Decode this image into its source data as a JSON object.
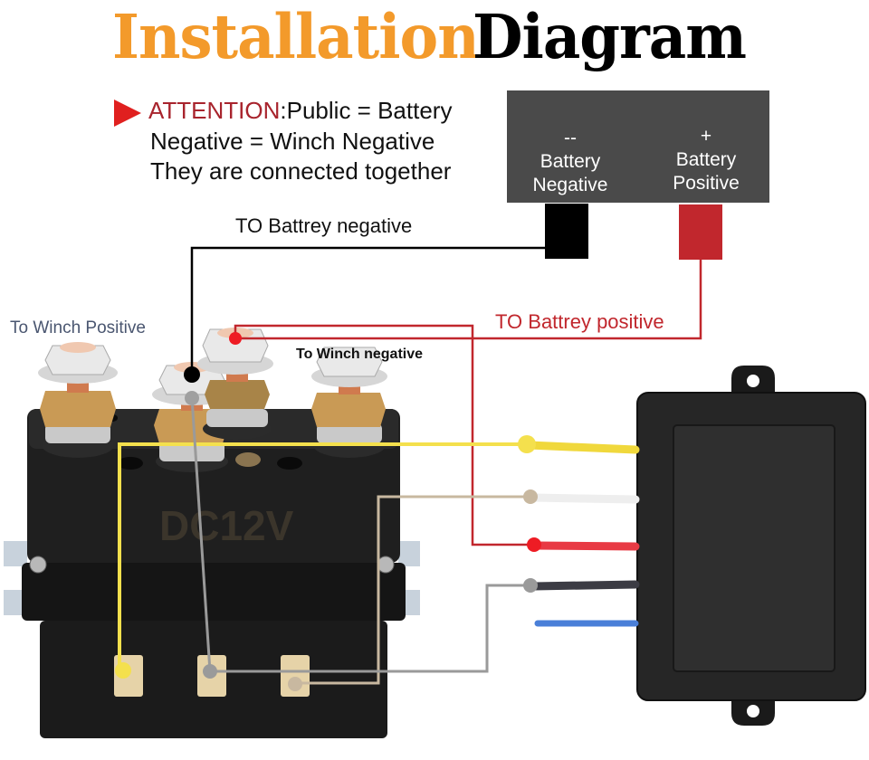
{
  "title": {
    "part1": "Installation",
    "part2": "Diagram",
    "colors": {
      "part1": "#f39a2b",
      "part2": "#000000"
    }
  },
  "attention": {
    "icon": "triangle-arrow-icon",
    "keyword": "ATTENTION",
    "line1_rest": ":Public = Battery",
    "line2": "Negative = Winch Negative",
    "line3": "They are connected together",
    "colors": {
      "arrow": "#e0201f",
      "keyword": "#a8242d"
    }
  },
  "battery": {
    "negative": {
      "symbol": "--",
      "line1": "Battery",
      "line2": "Negative"
    },
    "positive": {
      "symbol": "+",
      "line1": "Battery",
      "line2": "Positive"
    },
    "colors": {
      "panel": "#4a4a4a",
      "negative_post": "#000000",
      "positive_post": "#c1272d"
    }
  },
  "labels": {
    "to_battery_negative": "TO Battrey negative",
    "to_battery_positive": "TO Battrey positive",
    "to_winch_positive": "To Winch Positive",
    "to_winch_negative": "To Winch negative"
  },
  "solenoid": {
    "marking": "DC12V",
    "studs": 4,
    "control_terminals": 3
  },
  "wires": [
    {
      "name": "battery-negative-wire",
      "color": "#000000"
    },
    {
      "name": "battery-positive-wire",
      "color": "#c1272d"
    },
    {
      "name": "yellow-wire",
      "color": "#f4e04d"
    },
    {
      "name": "white-wire",
      "color": "#c8b8a0"
    },
    {
      "name": "red-wire",
      "color": "#ee1c24"
    },
    {
      "name": "black-wire",
      "color": "#9a9a9a"
    },
    {
      "name": "blue-wire",
      "color": "#4a7fd8"
    }
  ]
}
